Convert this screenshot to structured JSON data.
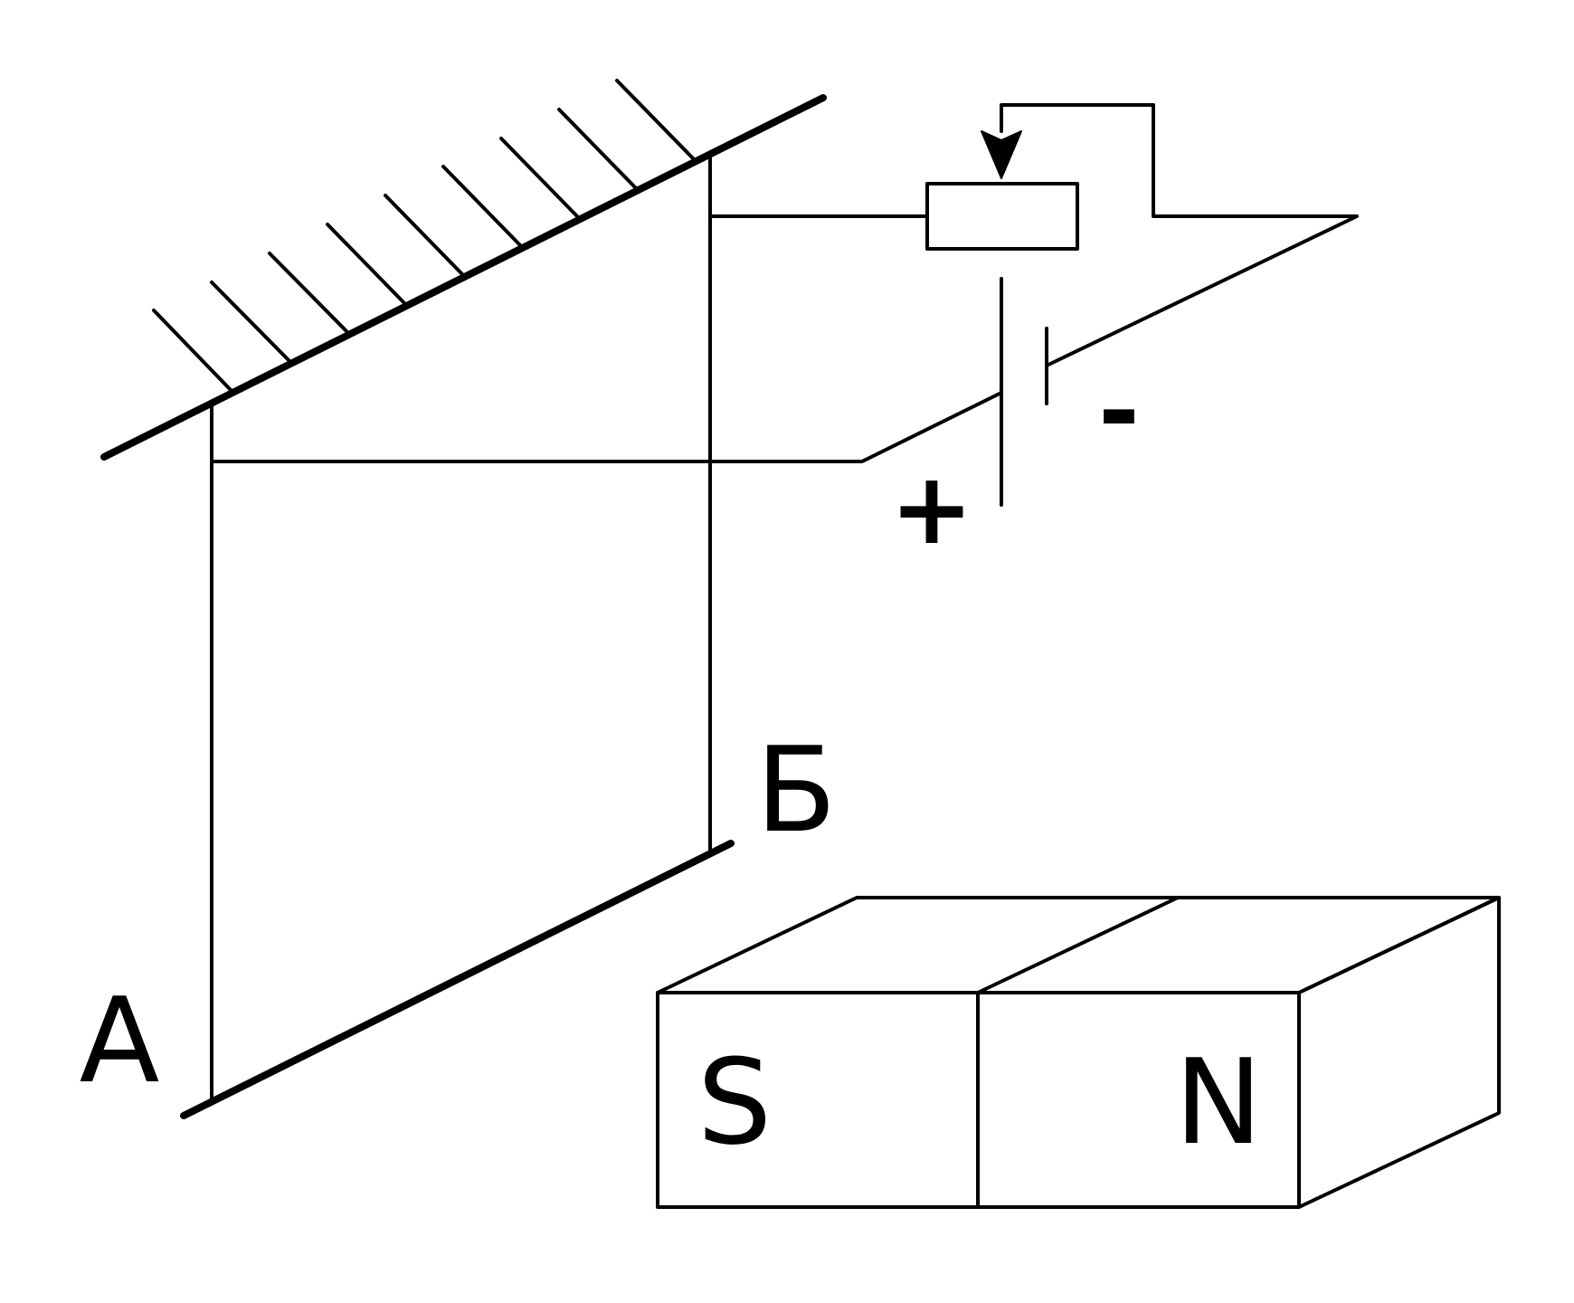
{
  "labels": {
    "point_a": "А",
    "point_b": "Б",
    "pole_south": "S",
    "pole_north": "N",
    "battery_plus": "+",
    "battery_minus": "-"
  },
  "colors": {
    "stroke": "#000000",
    "background": "#ffffff"
  }
}
